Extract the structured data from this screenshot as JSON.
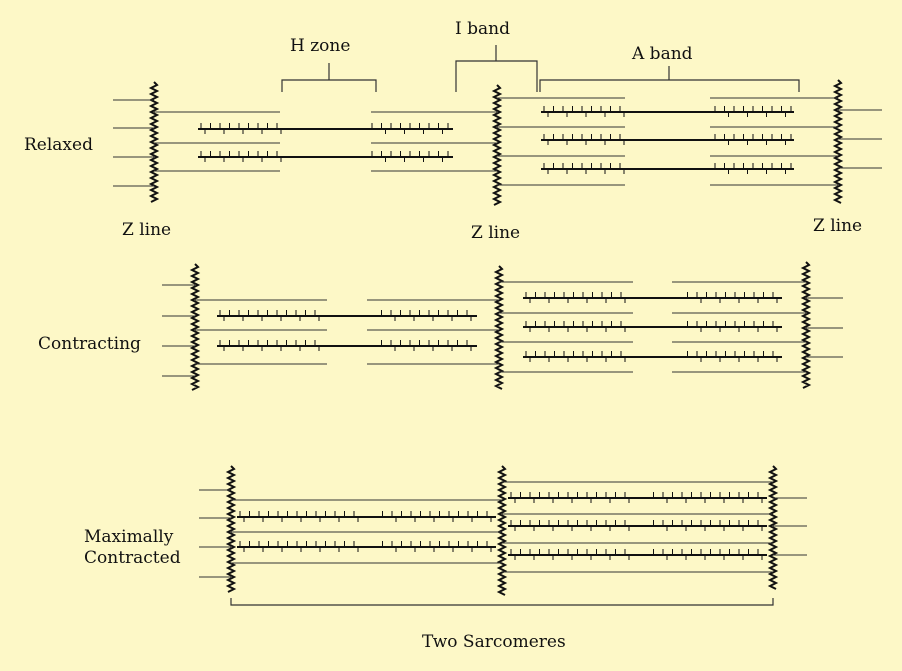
{
  "labels": {
    "h_zone": "H zone",
    "i_band": "I band",
    "a_band": "A band",
    "relaxed": "Relaxed",
    "contracting": "Contracting",
    "maximally_line1": "Maximally",
    "maximally_line2": "Contracted",
    "z_line": "Z line",
    "two_sarcomeres": "Two Sarcomeres"
  },
  "colors": {
    "background": "#fdf8c7",
    "thick_filament": "#111111",
    "thin_filament": "#333333",
    "z_line": "#111111",
    "bracket": "#333333"
  }
}
